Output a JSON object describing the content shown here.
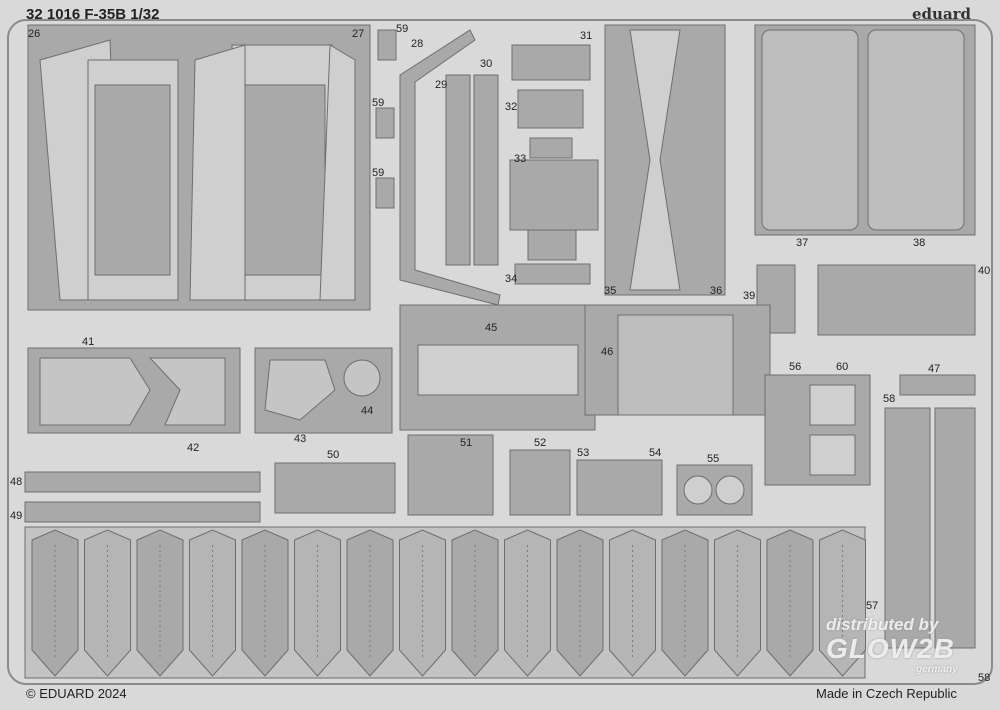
{
  "header": {
    "title": "32 1016 F-35B 1/32",
    "brand": "eduard"
  },
  "footer": {
    "copyright": "© EDUARD 2024",
    "made_in": "Made in Czech Republic"
  },
  "watermark": {
    "line1": "distributed by",
    "line2": "GLOW2B",
    "line3": "germany"
  },
  "part_numbers": [
    "26",
    "27",
    "59",
    "59",
    "59",
    "28",
    "30",
    "29",
    "31",
    "32",
    "33",
    "34",
    "35",
    "36",
    "37",
    "38",
    "39",
    "40",
    "41",
    "42",
    "43",
    "44",
    "45",
    "46",
    "47",
    "56",
    "60",
    "58",
    "48",
    "49",
    "50",
    "51",
    "52",
    "53",
    "54",
    "55",
    "57",
    "58"
  ],
  "colors": {
    "background": "#d9d9d9",
    "part": "#a9a9a9",
    "part_light": "#cfcfcf",
    "outline": "#6e6e6e"
  }
}
